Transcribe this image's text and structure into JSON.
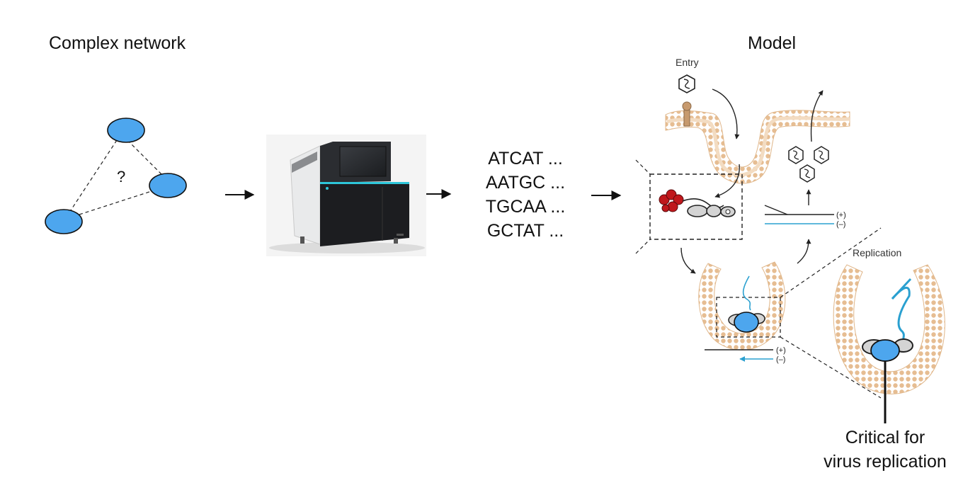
{
  "titles": {
    "network": "Complex network",
    "model": "Model"
  },
  "network": {
    "unknown_mark": "?",
    "node_color": "#4da6ee"
  },
  "sequences": [
    "ATCAT ...",
    "AATGC ...",
    "TGCAA ...",
    "GCTAT ..."
  ],
  "model": {
    "entry_label": "Entry",
    "replication_label": "Replication",
    "strand_plus": "(+)",
    "strand_minus": "(–)",
    "critical_text": [
      "Critical for",
      "virus replication"
    ],
    "membrane_color": "#e8c39e",
    "rna_color": "#2aa0d0",
    "protein_color": "#4da6ee",
    "host_factor_color": "#c0181c"
  }
}
